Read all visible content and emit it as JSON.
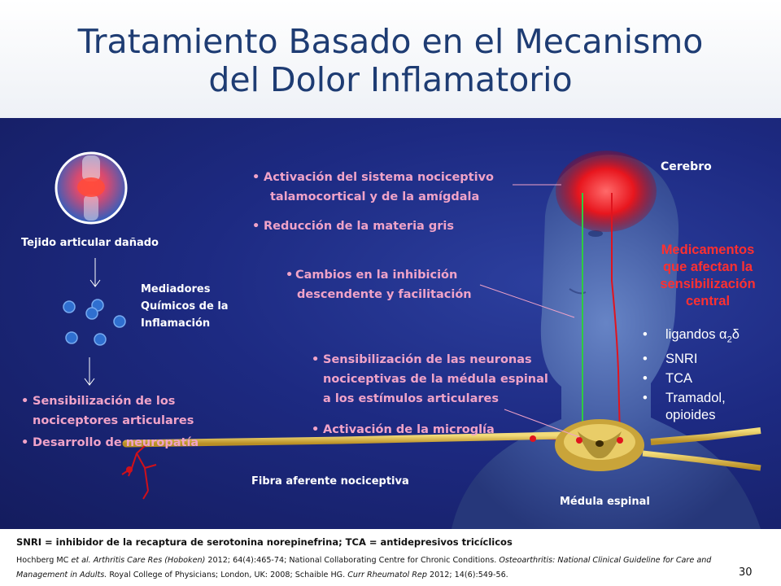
{
  "slide": {
    "title_line1": "Tratamiento Basado en el Mecanismo",
    "title_line2": "del Dolor Inflamatorio",
    "page_number": "30"
  },
  "labels": {
    "tissue": "Tejido articular dañado",
    "mediators_line1": "Mediadores",
    "mediators_line2": "Químicos de la",
    "mediators_line3": "Inflamación",
    "brain": "Cerebro",
    "fiber": "Fibra aferente nociceptiva",
    "spinal_cord": "Médula espinal"
  },
  "peripheral_bullets": [
    {
      "line1": "Sensibilización  de los",
      "line2": "nociceptores articulares"
    },
    {
      "line1": "Desarrollo de neuropatía"
    }
  ],
  "brain_bullets": [
    {
      "line1": "Activación del sistema nociceptivo",
      "line2": "talamocortical  y de la amígdala"
    },
    {
      "line1": "Reducción de la materia gris"
    }
  ],
  "descending_bullet": {
    "line1": "Cambios  en la inhibición",
    "line2": "descendente y facilitación"
  },
  "spinal_bullets": [
    {
      "line1": "Sensibilización  de las neuronas",
      "line2": "nociceptivas de la médula espinal",
      "line3": "a los estímulos  articulares"
    },
    {
      "line1": "Activación de la microglía"
    }
  ],
  "medications": {
    "title_line1": "Medicamentos",
    "title_line2": "que afectan la",
    "title_line3": "sensibilización",
    "title_line4": "central",
    "items": [
      {
        "main": "ligandos α",
        "sub": "2",
        "tail": "δ"
      },
      {
        "main": "SNRI"
      },
      {
        "main": "TCA"
      },
      {
        "main": "Tramadol,",
        "line2": "opioides"
      }
    ]
  },
  "footer": {
    "abbreviations": "SNRI = inhibidor de la recaptura de serotonina norepinefrina; TCA = antidepresivos tricíclicos",
    "ref_a": "Hochberg MC ",
    "ref_b": "et al.",
    "ref_c": "  Arthritis Care Res (Hoboken)",
    "ref_d": " 2012; 64(4):465-74; National Collaborating Centre for Chronic Conditions. ",
    "ref_e": "Osteoarthritis:  National Clinical Guideline for Care and Management in Adults.",
    "ref_f": " Royal College of Physicians; London, UK:  2008; Schaible HG. ",
    "ref_g": "Curr Rheumatol Rep",
    "ref_h": " 2012; 14(6):549-56."
  },
  "colors": {
    "title": "#1e3c73",
    "panel": "#1d2a82",
    "pink_text": "#f0a3c8",
    "med_title": "#ff3030",
    "mediator_dot": "#2f6fd0",
    "nerve": "#d8b84a",
    "pathway_red": "#e0141e",
    "pathway_green": "#2ecc40"
  }
}
